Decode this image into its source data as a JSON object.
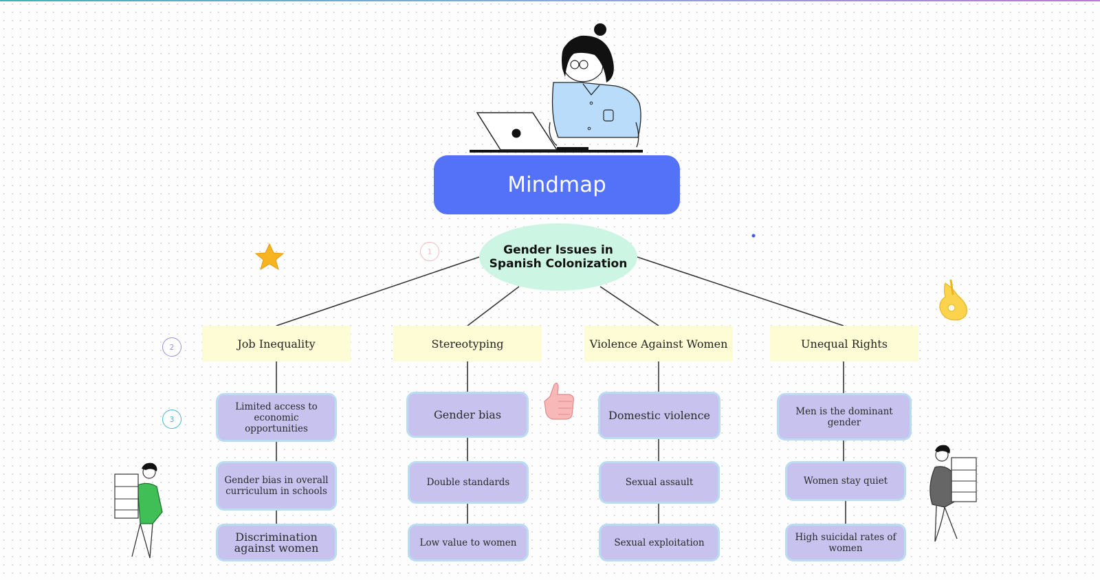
{
  "title": "Mindmap",
  "root": {
    "line1": "Gender Issues in",
    "line2": "Spanish Colonization"
  },
  "levels": [
    "1",
    "2",
    "3"
  ],
  "categories": [
    {
      "label": "Job Inequality",
      "items": [
        "Limited access to economic opportunities",
        "Gender bias in overall curriculum in schools",
        "Discrimination against women"
      ]
    },
    {
      "label": "Stereotyping",
      "items": [
        "Gender bias",
        "Double standards",
        "Low value to women"
      ]
    },
    {
      "label": "Violence Against Women",
      "items": [
        "Domestic violence",
        "Sexual assault",
        "Sexual exploitation"
      ]
    },
    {
      "label": "Unequal Rights",
      "items": [
        "Men is the dominant gender",
        "Women stay quiet",
        "High suicidal rates of women"
      ]
    }
  ],
  "colors": {
    "title_bg": "#5372f8",
    "root_bg": "#ccf5e4",
    "category_bg": "#fdfcd4",
    "leaf_bg": "#c7c2ee",
    "leaf_border": "#b9dcf2"
  },
  "decorations": [
    "woman-at-laptop-illustration",
    "star-icon",
    "ok-hand-icon",
    "thumbs-up-icon",
    "man-carrying-boxes-illustration"
  ]
}
